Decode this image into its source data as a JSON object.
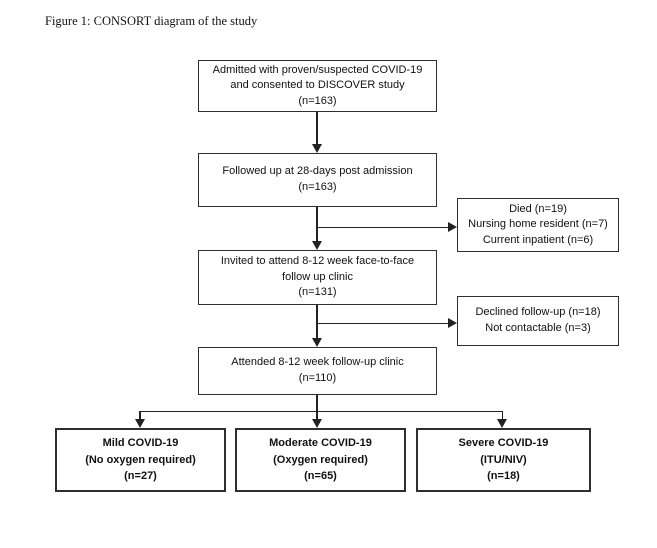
{
  "title": "Figure 1: CONSORT diagram of the study",
  "colors": {
    "border": "#2f2f2f",
    "text": "#111111",
    "background": "#ffffff"
  },
  "boxes": {
    "main": [
      {
        "id": "admitted",
        "lines": [
          "Admitted with proven/suspected COVID-19",
          "and consented to DISCOVER study",
          "(n=163)"
        ]
      },
      {
        "id": "followed-up-28-days",
        "lines": [
          "Followed up at 28-days post admission",
          "(n=163)"
        ]
      },
      {
        "id": "invited-clinic",
        "lines": [
          "Invited to attend 8-12 week face-to-face",
          "follow up clinic",
          "(n=131)"
        ]
      },
      {
        "id": "attended-clinic",
        "lines": [
          "Attended 8-12 week follow-up clinic",
          "(n=110)"
        ]
      }
    ],
    "side": [
      {
        "id": "excluded-after-28-days",
        "lines": [
          "Died (n=19)",
          "Nursing home resident (n=7)",
          "Current inpatient (n=6)"
        ]
      },
      {
        "id": "excluded-before-clinic",
        "lines": [
          "Declined follow-up (n=18)",
          "Not contactable (n=3)"
        ]
      }
    ],
    "outcomes": [
      {
        "id": "mild",
        "lines": [
          "Mild COVID-19",
          "(No oxygen required)",
          "(n=27)"
        ]
      },
      {
        "id": "moderate",
        "lines": [
          "Moderate COVID-19",
          "(Oxygen required)",
          "(n=65)"
        ]
      },
      {
        "id": "severe",
        "lines": [
          "Severe COVID-19",
          "(ITU/NIV)",
          "(n=18)"
        ]
      }
    ]
  }
}
